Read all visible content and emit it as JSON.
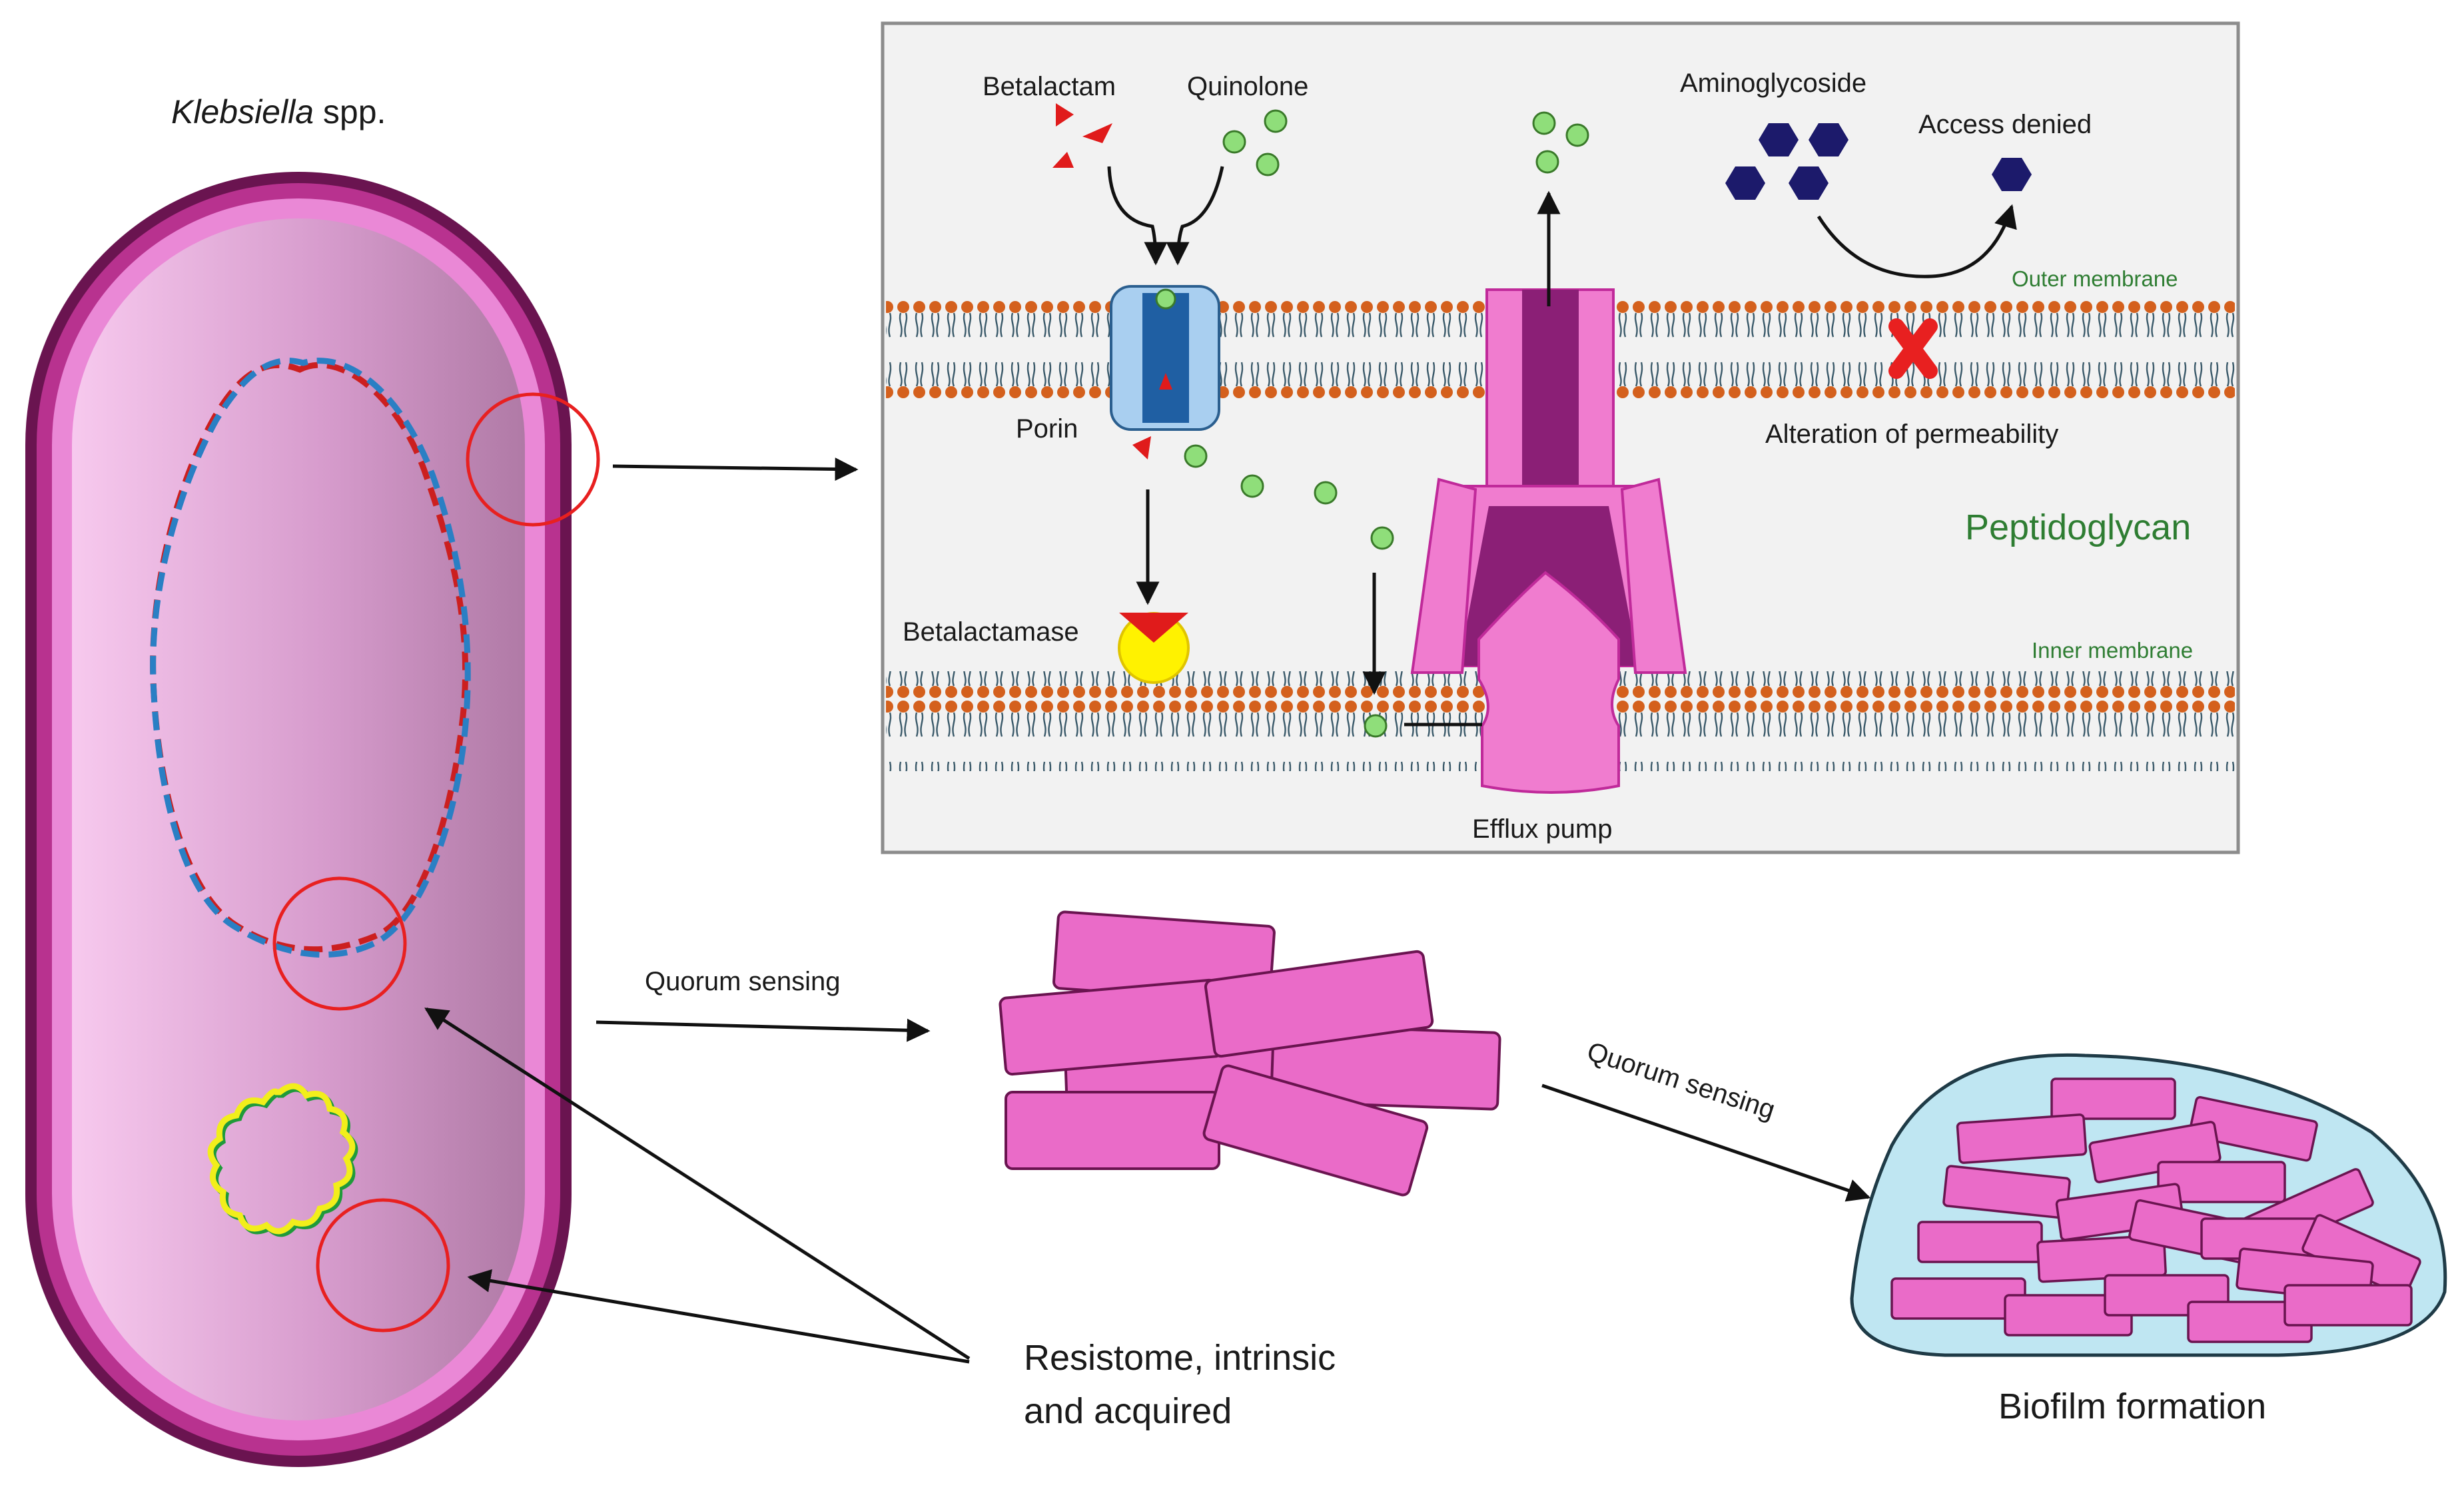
{
  "labels": {
    "organism_genus": "Klebsiella",
    "organism_suffix": " spp.",
    "betalactam": "Betalactam",
    "quinolone": "Quinolone",
    "aminoglycoside": "Aminoglycoside",
    "access_denied": "Access denied",
    "outer_membrane": "Outer membrane",
    "porin": "Porin",
    "alteration_permeability": "Alteration of permeability",
    "peptidoglycan": "Peptidoglycan",
    "betalactamase": "Betalactamase",
    "inner_membrane": "Inner membrane",
    "efflux_pump": "Efflux pump",
    "quorum_sensing_1": "Quorum sensing",
    "quorum_sensing_2": "Quorum sensing",
    "resistome_line1": "Resistome, intrinsic",
    "resistome_line2": "and acquired",
    "biofilm_formation": "Biofilm formation"
  },
  "colors": {
    "cell_outer": "#7a1a5c",
    "cell_fill": "#d67bc4",
    "cell_inner": "#e9a6db",
    "dna_red": "#cc1f1f",
    "dna_blue": "#2a7fc4",
    "plasmid_yellow": "#f2ee1b",
    "plasmid_green": "#1f9a3a",
    "highlight_circle": "#e82020",
    "lipid_head": "#d4601d",
    "lipid_tail": "#3b5a6a",
    "porin_light": "#a9cff0",
    "porin_dark": "#1f5fa3",
    "pump_light": "#f07ccf",
    "pump_dark": "#8b1f76",
    "antibiotic_red": "#e01b1b",
    "antibiotic_green": "#8fde7a",
    "aminoglycoside": "#1c1a6b",
    "enzyme_yellow": "#fff200",
    "bacteria_rod": "#ea6bc8",
    "biofilm_matrix": "#bfe6f2",
    "label_green": "#2e7d32"
  }
}
